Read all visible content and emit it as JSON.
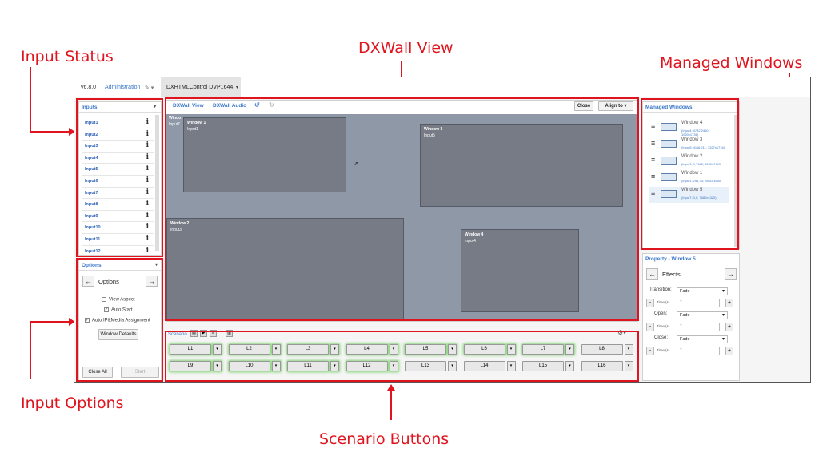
{
  "annotations": {
    "input_status": "Input Status",
    "dxwall_view": "DXWall View",
    "managed_windows": "Managed Windows",
    "input_options": "Input Options",
    "scenario_buttons": "Scenario Buttons"
  },
  "topbar": {
    "version": "v6.8.0",
    "admin": "Administration",
    "control": "DXHTMLControl DVP1644"
  },
  "inputs": {
    "title": "Inputs",
    "items": [
      "Input1",
      "Input2",
      "Input3",
      "Input4",
      "Input5",
      "Input6",
      "Input7",
      "Input8",
      "Input9",
      "Input10",
      "Input11",
      "Input12"
    ]
  },
  "options": {
    "title": "Options",
    "nav_label": "Options",
    "view_aspect": "View Aspect",
    "auto_start": "Auto Start",
    "auto_ip": "Auto IP&Media Assignment",
    "window_defaults": "Window Defaults",
    "close_all": "Close All",
    "start": "Start"
  },
  "wall": {
    "tab_view": "DXWall View",
    "tab_audio": "DXWall Audio",
    "close": "Close",
    "align": "Align to",
    "windows": [
      {
        "title": "Window 1",
        "input": "Input1"
      },
      {
        "title": "Window 3",
        "input": "Input5"
      },
      {
        "title": "Window 2",
        "input": "Input3"
      },
      {
        "title": "Window 4",
        "input": "Input4"
      }
    ],
    "corner_title": "Windo",
    "corner_input": "Input7"
  },
  "scenario": {
    "label": "Scenario",
    "buttons": [
      "L1",
      "L2",
      "L3",
      "L4",
      "L5",
      "L6",
      "L7",
      "L8",
      "L9",
      "L10",
      "L11",
      "L12",
      "L13",
      "L14",
      "L15",
      "L16"
    ],
    "active": [
      true,
      true,
      true,
      true,
      true,
      true,
      true,
      false,
      true,
      true,
      true,
      true,
      false,
      false,
      false,
      false
    ]
  },
  "managed": {
    "title": "Managed Windows",
    "items": [
      {
        "name": "Window 4",
        "detail": "(Input4; 4782,2460;",
        "detail2": "1920x1736)"
      },
      {
        "name": "Window 3",
        "detail": "(Input5; 4116,211; 3327x1716)"
      },
      {
        "name": "Window 2",
        "detail": "(Input3; 0,2368; 3840x2160)"
      },
      {
        "name": "Window 1",
        "detail": "(Input1; 291,73; 2861x1960)"
      },
      {
        "name": "Window 5",
        "detail": "(Input7; 0,0; 7680x4320)"
      }
    ]
  },
  "property": {
    "title": "Property - Window 5",
    "nav_label": "Effects",
    "transition_label": "Transition:",
    "transition_value": "Fade",
    "open_label": "Open:",
    "open_value": "Fade",
    "close_label": "Close:",
    "close_value": "Fade",
    "time_label": "Time (s)",
    "time_value": "1"
  },
  "colors": {
    "annotation": "#e0141e",
    "link": "#3a77c8",
    "window": "#777b85",
    "wall": "#8f98a6"
  }
}
